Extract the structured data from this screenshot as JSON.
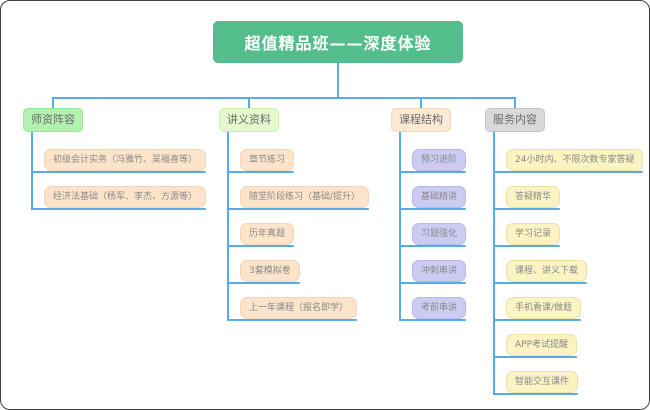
{
  "canvas": {
    "background": "#ffffff",
    "border_color": "#3f3f3f"
  },
  "connector_color": "#57ABE8",
  "root": {
    "label": "超值精品班——深度体验",
    "bg": "#53BD8B",
    "text_color": "#ffffff"
  },
  "branches": [
    {
      "label": "师资阵容",
      "header_bg": "#B3F1AF",
      "child_bg": "#FBE4C9",
      "children": [
        "初级会计实务（冯雅竹、吴福喜等）",
        "经济法基础（杨军、李杰、方源等）"
      ]
    },
    {
      "label": "讲义资料",
      "header_bg": "#E3FACF",
      "child_bg": "#FBE4C9",
      "children": [
        "章节练习",
        "随堂阶段练习（基础/提升）",
        "历年真题",
        "3套模拟卷",
        "上一年课程（报名即学）"
      ]
    },
    {
      "label": "课程结构",
      "header_bg": "#FCE9D3",
      "child_bg": "#CCCBF2",
      "children": [
        "预习进阶",
        "基础精讲",
        "习题强化",
        "冲刺串讲",
        "考前串讲"
      ]
    },
    {
      "label": "服务内容",
      "header_bg": "#D9D9D9",
      "child_bg": "#FBF3C1",
      "children": [
        "24小时内、不限次数专家答疑",
        "答疑精华",
        "学习记录",
        "课程、讲义下载",
        "手机看课/做题",
        "APP考试提醒",
        "智能交互课件"
      ]
    }
  ]
}
